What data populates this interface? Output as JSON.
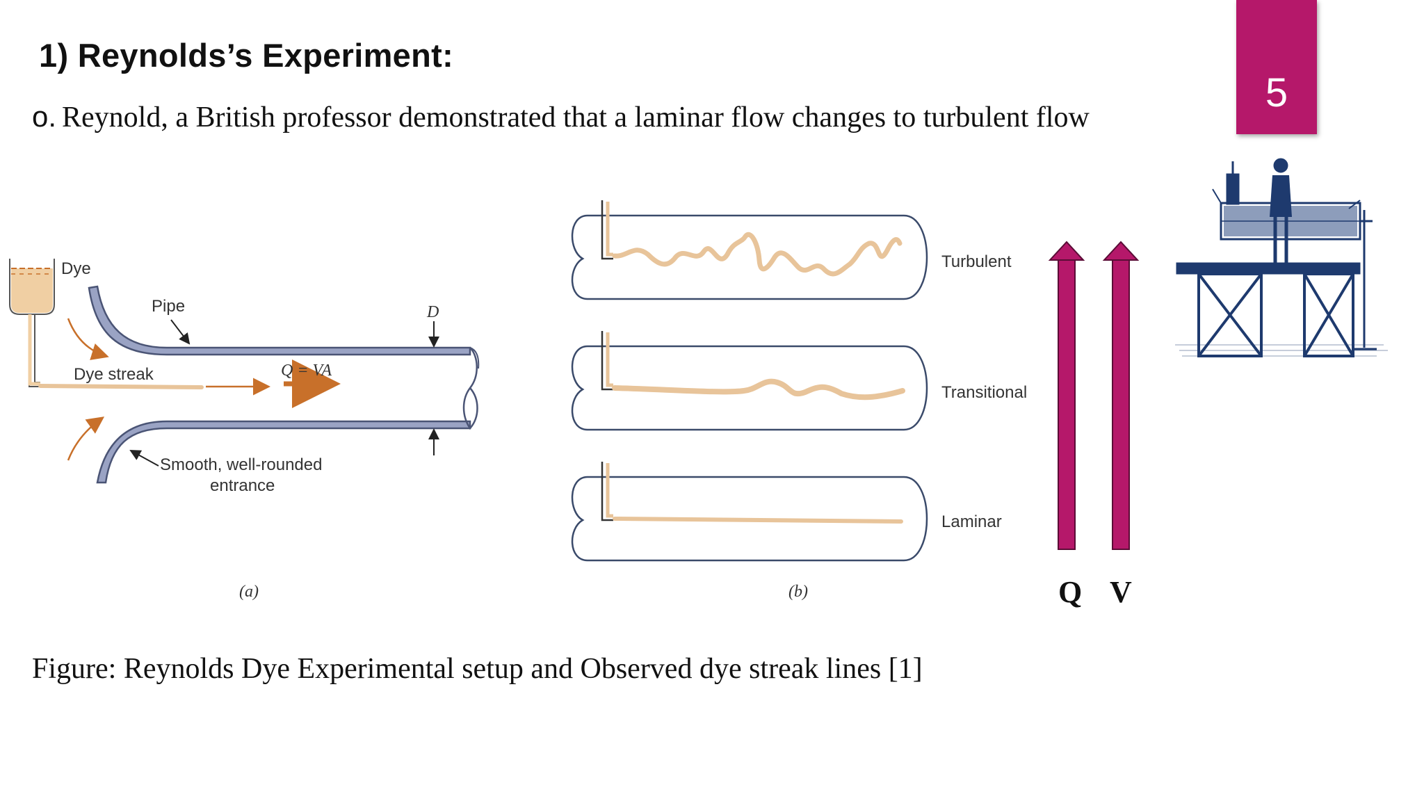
{
  "slide": {
    "heading": "1) Reynolds’s Experiment:",
    "bullet_marker": "o.",
    "bullet_text": "Reynold, a British professor demonstrated that a laminar flow changes to turbulent flow",
    "page_number": "5",
    "caption": "Figure: Reynolds Dye Experimental setup and Observed dye streak lines [1]"
  },
  "figure_a": {
    "dye_label": "Dye",
    "pipe_label": "Pipe",
    "diameter_label": "D",
    "dye_streak_label": "Dye streak",
    "flow_label": "Q = VA",
    "entrance_label_line1": "Smooth, well-rounded",
    "entrance_label_line2": "entrance",
    "panel_label": "(a)"
  },
  "figure_b": {
    "turbulent_label": "Turbulent",
    "transitional_label": "Transitional",
    "laminar_label": "Laminar",
    "panel_label": "(b)"
  },
  "arrows": {
    "q_label": "Q",
    "v_label": "V"
  },
  "colors": {
    "accent": "#b5186a",
    "dye": "#e8c49a",
    "pipe_fill": "#9aa3c4",
    "pipe_stroke": "#4a5475",
    "flow_arrow": "#c8702a",
    "engraving": "#1e3a6e"
  },
  "icons": {
    "apparatus": "reynolds-apparatus-engraving"
  }
}
